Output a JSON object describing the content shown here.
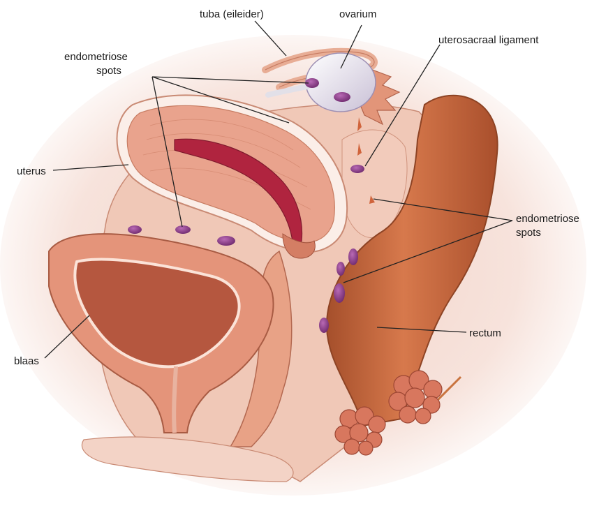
{
  "labels": {
    "tuba": "tuba (eileider)",
    "ovarium": "ovarium",
    "uterosacraal": "uterosacraal ligament",
    "endometriose_left_line1": "endometriose",
    "endometriose_left_line2": "spots",
    "uterus": "uterus",
    "endometriose_right_line1": "endometriose",
    "endometriose_right_line2": "spots",
    "rectum": "rectum",
    "blaas": "blaas"
  },
  "colors": {
    "background_glow": "#f6ddd6",
    "tissue_light": "#f3cdbd",
    "tissue_mid": "#e7a58c",
    "uterus_muscle": "#e9a38d",
    "uterus_cavity": "#b0243f",
    "bladder_wall": "#e4947a",
    "bladder_lumen": "#b5573f",
    "rectum": "#c9673f",
    "rectum_dark": "#a9532f",
    "endometriosis_spot": "#8e3a8c",
    "ovary": "#e9e4ef",
    "leader_line": "#222222"
  }
}
